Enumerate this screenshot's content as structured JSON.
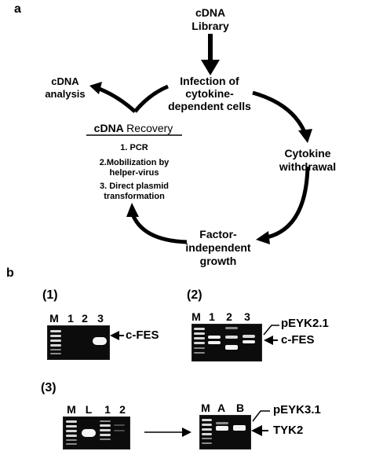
{
  "panel_a": {
    "letter": "a",
    "library": [
      "cDNA",
      "Library"
    ],
    "infection": [
      "Infection of",
      "cytokine-",
      "dependent cells"
    ],
    "analysis": [
      "cDNA",
      "analysis"
    ],
    "recovery": {
      "title_bold": "cDNA",
      "title_rest": "Recovery",
      "steps": [
        "1. PCR",
        "2.Mobilization by",
        "helper-virus",
        "3. Direct plasmid",
        "transformation"
      ]
    },
    "withdrawal": [
      "Cytokine",
      "withdrawal"
    ],
    "growth": [
      "Factor-",
      "independent",
      "growth"
    ]
  },
  "panel_b": {
    "letter": "b",
    "gel1": {
      "tag": "(1)",
      "lanes": [
        "M",
        "1",
        "2",
        "3"
      ],
      "label": "c-FES"
    },
    "gel2": {
      "tag": "(2)",
      "lanes": [
        "M",
        "1",
        "2",
        "3"
      ],
      "labels": [
        "pEYK2.1",
        "c-FES"
      ]
    },
    "gel3": {
      "tag": "(3)",
      "lanes": [
        "M",
        "L",
        "1",
        "2"
      ]
    },
    "gel4": {
      "lanes": [
        "M",
        "A",
        "B"
      ],
      "labels": [
        "pEYK3.1",
        "TYK2"
      ]
    }
  }
}
